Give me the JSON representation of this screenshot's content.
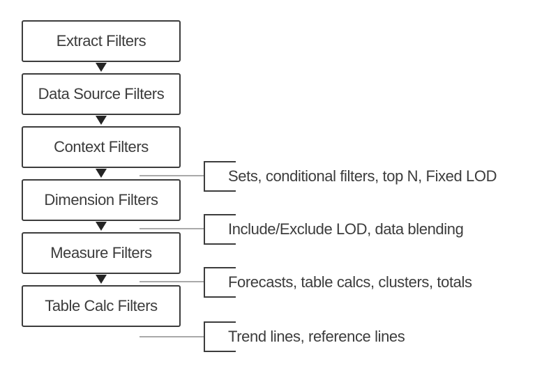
{
  "diagram": {
    "title": "filter-order-of-operations-flowchart",
    "steps": [
      {
        "label": "Extract Filters"
      },
      {
        "label": "Data Source Filters"
      },
      {
        "label": "Context Filters"
      },
      {
        "label": "Dimension Filters"
      },
      {
        "label": "Measure Filters"
      },
      {
        "label": "Table Calc Filters"
      }
    ],
    "annotations": [
      {
        "label": "Sets, conditional filters, top N, Fixed LOD"
      },
      {
        "label": "Include/Exclude LOD, data blending"
      },
      {
        "label": "Forecasts, table calcs, clusters, totals"
      },
      {
        "label": "Trend lines, reference lines"
      }
    ],
    "colors": {
      "box_border": "#3c3c3c",
      "text": "#3c3c3c",
      "arrow": "#242424",
      "connector_line": "#a9a9a9",
      "background": "#ffffff"
    }
  }
}
